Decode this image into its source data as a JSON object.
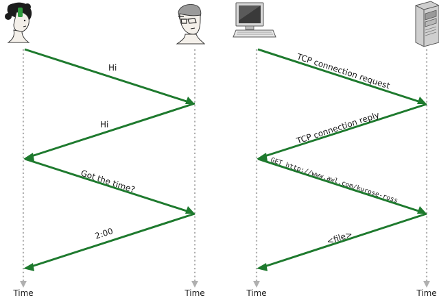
{
  "timelines": [
    {
      "id": "woman",
      "icon": "woman-head-icon",
      "label": "Time"
    },
    {
      "id": "man",
      "icon": "man-with-glasses-icon",
      "label": "Time"
    },
    {
      "id": "client",
      "icon": "desktop-computer-icon",
      "label": "Time"
    },
    {
      "id": "server",
      "icon": "server-tower-icon",
      "label": "Time"
    }
  ],
  "messages": [
    {
      "text": "Hi",
      "from": "woman",
      "to": "man"
    },
    {
      "text": "Hi",
      "from": "man",
      "to": "woman"
    },
    {
      "text": "Got the time?",
      "from": "woman",
      "to": "man"
    },
    {
      "text": "2:00",
      "from": "man",
      "to": "woman"
    },
    {
      "text": "TCP connection request",
      "from": "client",
      "to": "server"
    },
    {
      "text": "TCP connection reply",
      "from": "server",
      "to": "client"
    },
    {
      "text": "GET http://www.awl.com/kurose-ross",
      "from": "client",
      "to": "server"
    },
    {
      "text": "<file>",
      "from": "server",
      "to": "client"
    }
  ],
  "colors": {
    "arrow": "#1e7a2e",
    "timeline": "#b0b0b0"
  }
}
